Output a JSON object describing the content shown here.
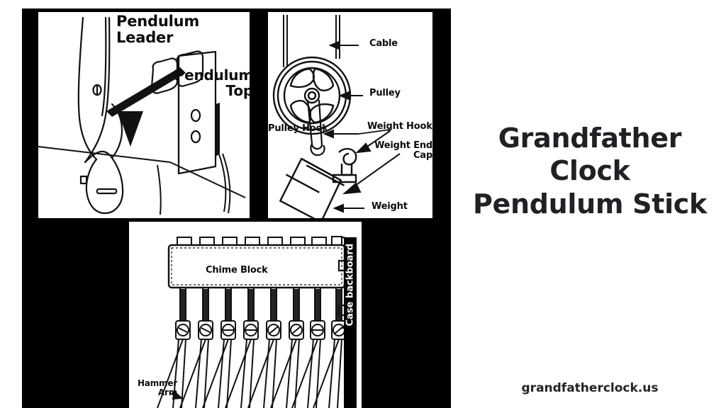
{
  "title": {
    "line1": "Grandfather",
    "line2": "Clock",
    "line3": "Pendulum Stick"
  },
  "site_url": "grandfatherclock.us",
  "illustration": {
    "panels": {
      "pendulum": {
        "labels": {
          "pendulum_leader": "Pendulum\nLeader",
          "pendulum_top": "Pendulum\nTop"
        }
      },
      "pulley": {
        "labels": {
          "cable": "Cable",
          "pulley": "Pulley",
          "pulley_hook": "Pulley Hook",
          "weight_hook": "Weight Hook",
          "weight_end_cap": "Weight End\nCap",
          "weight": "Weight"
        }
      },
      "chime": {
        "labels": {
          "chime_block": "Chime Block",
          "case_backboard": "Case backboard",
          "hammer_arm": "Hammer\nArm"
        }
      }
    }
  },
  "colors": {
    "background": "#ffffff",
    "frame": "#000000",
    "ink": "#0d0d0d",
    "title_text": "#1f2124"
  }
}
